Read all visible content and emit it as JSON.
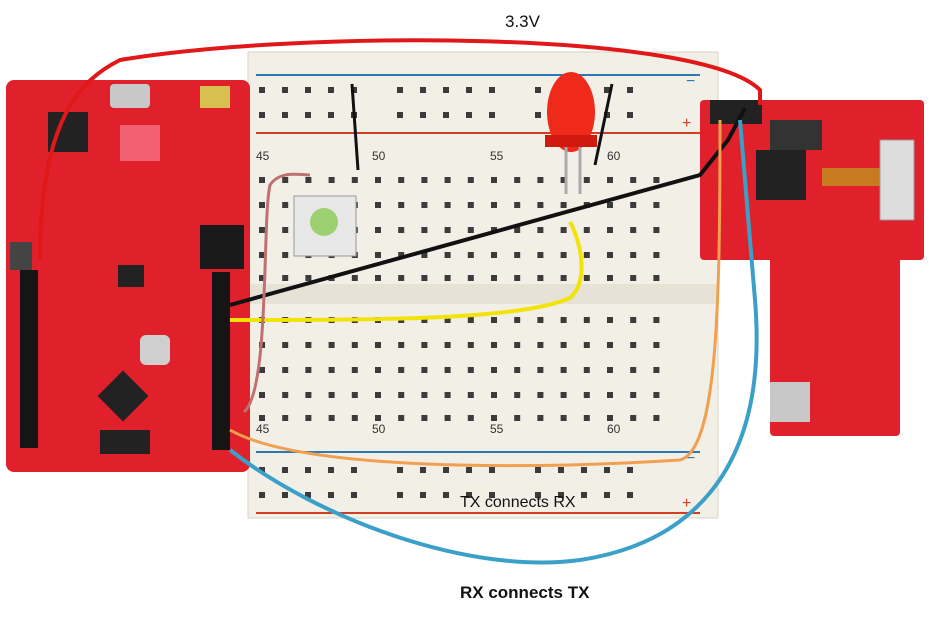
{
  "labels": {
    "power": "3.3V",
    "tx_note": "TX connects RX",
    "rx_note": "RX connects TX"
  },
  "breadboard": {
    "column_numbers_top": [
      "45",
      "50",
      "55",
      "60"
    ],
    "column_numbers_bottom": [
      "45",
      "50",
      "55",
      "60"
    ],
    "rail_minus": "−",
    "rail_plus": "+"
  },
  "colors": {
    "board_red": "#e0202a",
    "breadboard": "#f1efe6",
    "wire_power": "#e01818",
    "wire_ground": "#111111",
    "wire_signal": "#f2e40a",
    "wire_tx": "#f0a050",
    "wire_rx": "#3aa0c8",
    "wire_button": "#c07070",
    "led": "#f02a1a",
    "button_cap": "#9cd070"
  }
}
